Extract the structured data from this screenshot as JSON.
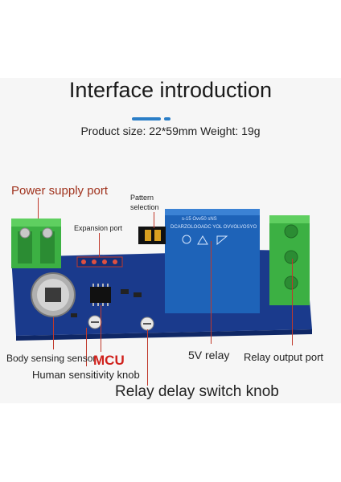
{
  "header": {
    "title": "Interface introduction",
    "spec": "Product size: 22*59mm Weight: 19g"
  },
  "labels": {
    "power_supply_port": "Power supply port",
    "pattern_selection_line1": "Pattern",
    "pattern_selection_line2": "selection",
    "expansion_port": "Expansion port",
    "body_sensing_sensor": "Body sensing sensor",
    "mcu": "MCU",
    "relay_5v": "5V relay",
    "relay_output_port": "Relay output port",
    "human_sensitivity_knob": "Human sensitivity knob",
    "relay_delay_switch_knob": "Relay delay switch knob"
  },
  "relay_text": {
    "line1": "DCARZOLOOADC YOL OVVOLVOSYO",
    "line2": "s-15 Ovv50 sNS"
  },
  "colors": {
    "board": "#1a3a8c",
    "terminal": "#3cb043",
    "relay": "#1e63b8",
    "label_red": "#a0331e",
    "accent_blue": "#2a7ec7"
  }
}
